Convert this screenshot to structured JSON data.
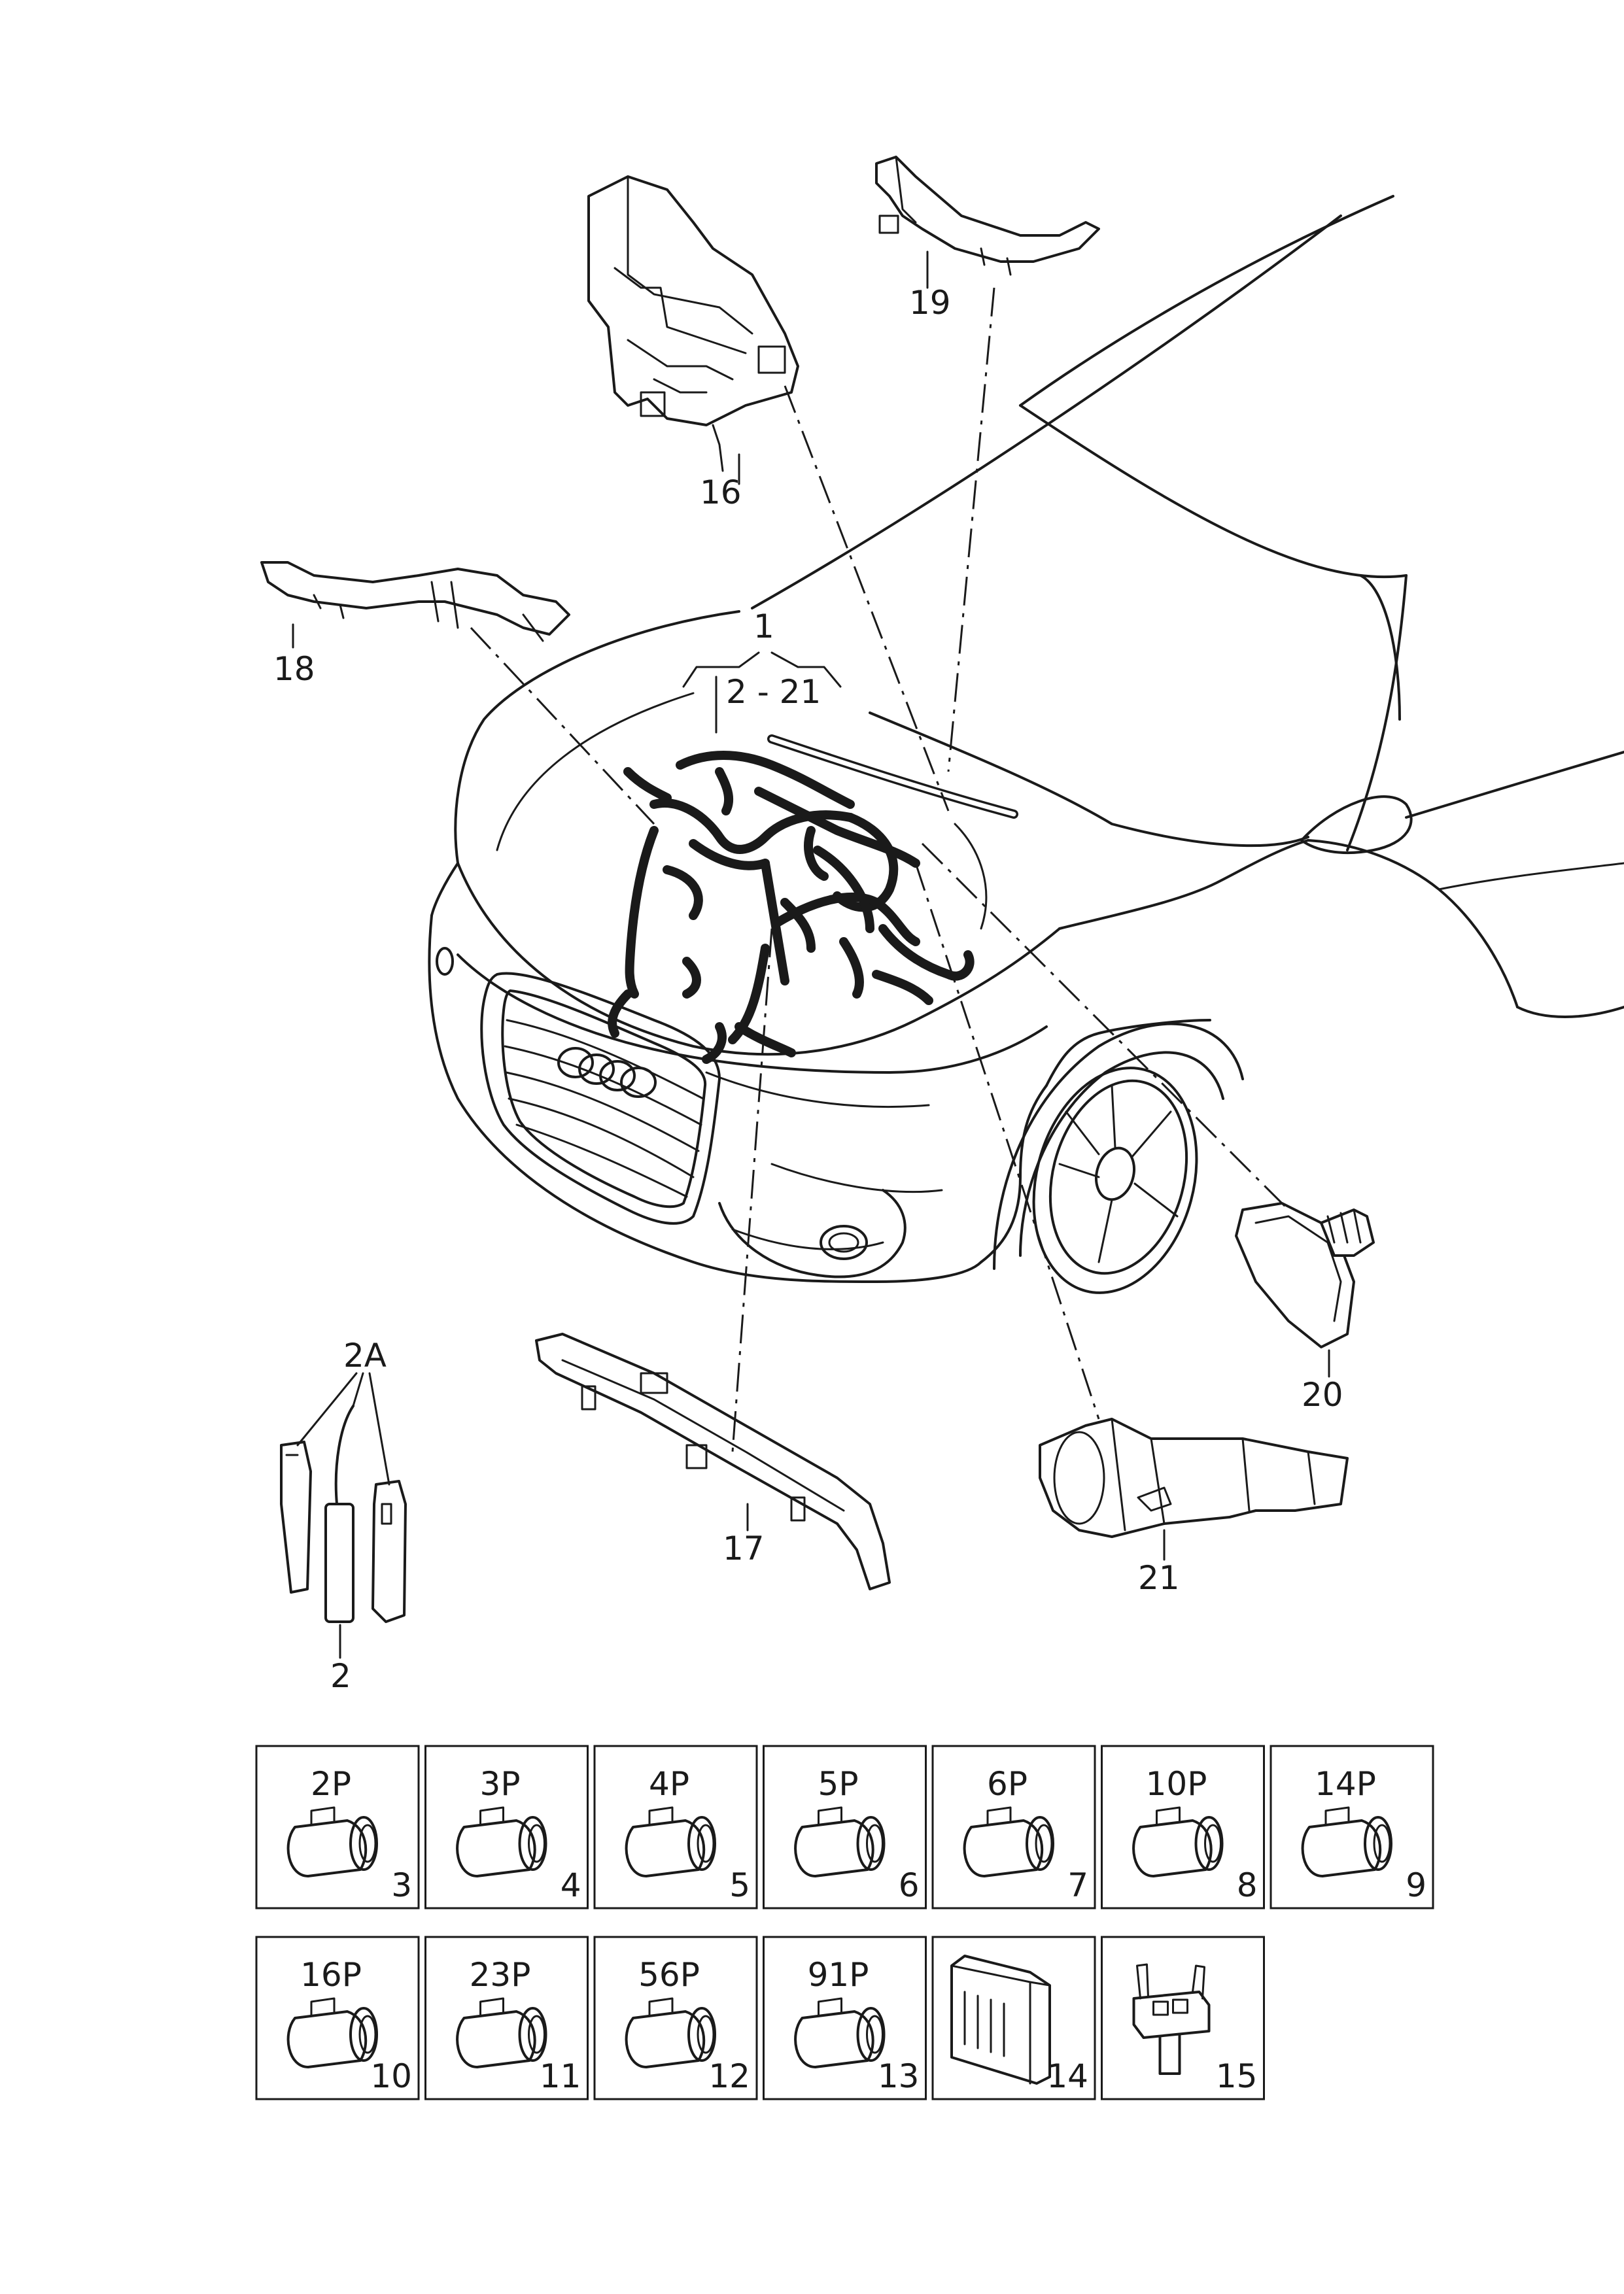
{
  "callouts": {
    "c1": "1",
    "c2_21": "2 - 21",
    "c2A": "2A",
    "c2": "2",
    "c16": "16",
    "c17": "17",
    "c18": "18",
    "c19": "19",
    "c20": "20",
    "c21": "21"
  },
  "connector_boxes": [
    {
      "label": "2P",
      "number": "3"
    },
    {
      "label": "3P",
      "number": "4"
    },
    {
      "label": "4P",
      "number": "5"
    },
    {
      "label": "5P",
      "number": "6"
    },
    {
      "label": "6P",
      "number": "7"
    },
    {
      "label": "10P",
      "number": "8"
    },
    {
      "label": "14P",
      "number": "9"
    },
    {
      "label": "16P",
      "number": "10"
    },
    {
      "label": "23P",
      "number": "11"
    },
    {
      "label": "56P",
      "number": "12"
    },
    {
      "label": "91P",
      "number": "13"
    },
    {
      "label": "",
      "number": "14",
      "icon": "relay-box-icon"
    },
    {
      "label": "",
      "number": "15",
      "icon": "relay-holder-icon"
    }
  ]
}
